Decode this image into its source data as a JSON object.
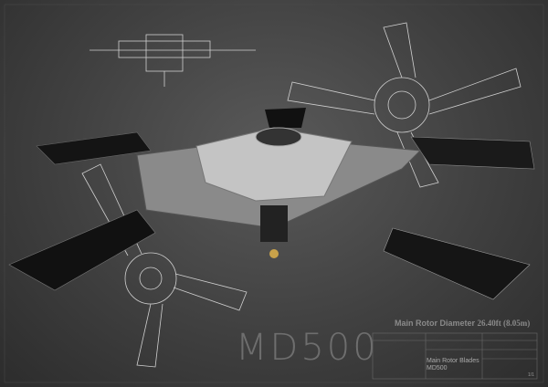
{
  "title_block": {
    "diameter_label": "Main Rotor Diameter",
    "diameter_value": "26.40ft (8.05m)",
    "part_name": "Main Rotor Blades",
    "model": "MD500",
    "sheet": "1/1"
  },
  "logo": "MD500",
  "colors": {
    "background": "#404040",
    "blueprint_lines": "#d8d8d8",
    "blades": "#111111",
    "hub": "#b8b8b8"
  }
}
